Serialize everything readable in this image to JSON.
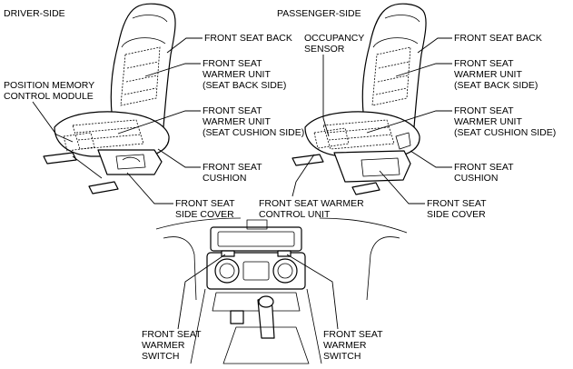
{
  "driver": {
    "heading": "DRIVER-SIDE",
    "front_seat_back": "FRONT SEAT BACK",
    "warmer_back": [
      "FRONT SEAT",
      "WARMER UNIT",
      "(SEAT BACK SIDE)"
    ],
    "position_memory": [
      "POSITION MEMORY",
      "CONTROL MODULE"
    ],
    "warmer_cushion": [
      "FRONT SEAT",
      "WARMER UNIT",
      "(SEAT CUSHION SIDE)"
    ],
    "cushion": [
      "FRONT SEAT",
      "CUSHION"
    ],
    "side_cover": [
      "FRONT SEAT",
      "SIDE COVER"
    ]
  },
  "passenger": {
    "heading": "PASSENGER-SIDE",
    "occupancy": [
      "OCCUPANCY",
      "SENSOR"
    ],
    "front_seat_back": "FRONT SEAT BACK",
    "warmer_back": [
      "FRONT SEAT",
      "WARMER UNIT",
      "(SEAT BACK SIDE)"
    ],
    "warmer_cushion": [
      "FRONT SEAT",
      "WARMER UNIT",
      "(SEAT CUSHION SIDE)"
    ],
    "cushion": [
      "FRONT SEAT",
      "CUSHION"
    ],
    "side_cover": [
      "FRONT SEAT",
      "SIDE COVER"
    ],
    "control_unit": [
      "FRONT SEAT WARMER",
      "CONTROL UNIT"
    ]
  },
  "console": {
    "switch_left": [
      "FRONT SEAT",
      "WARMER",
      "SWITCH"
    ],
    "switch_right": [
      "FRONT SEAT",
      "WARMER",
      "SWITCH"
    ]
  }
}
